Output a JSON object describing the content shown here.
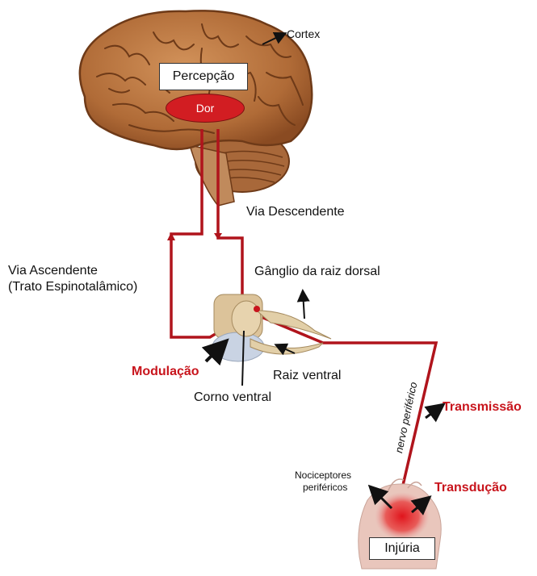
{
  "labels": {
    "cortex": "Cortex",
    "percepcao": "Percepção",
    "dor": "Dor",
    "via_descendente": "Via Descendente",
    "via_ascendente_line1": "Via Ascendente",
    "via_ascendente_line2": "(Trato Espinotalâmico)",
    "ganglio": "Gânglio da raiz dorsal",
    "modulacao": "Modulação",
    "raiz_ventral": "Raiz ventral",
    "corno_ventral": "Corno ventral",
    "nervo_periferico": "nervo periférico",
    "transmissao": "Transmissão",
    "nociceptores_line1": "Nociceptores",
    "nociceptores_line2": "periféricos",
    "transducao": "Transdução",
    "injuria": "Injúria"
  },
  "colors": {
    "pathway": "#b0141c",
    "brain": "#b9753f",
    "brain_dark": "#7a3e1a",
    "dor_fill": "#d21d22",
    "spinal_cord": "#dcc39a",
    "emphasis_text": "#c8141c"
  },
  "icons": {
    "brain": "brain-illustration",
    "spinal_cord": "spinal-cord-cross-section",
    "hand": "injured-hand-illustration"
  }
}
